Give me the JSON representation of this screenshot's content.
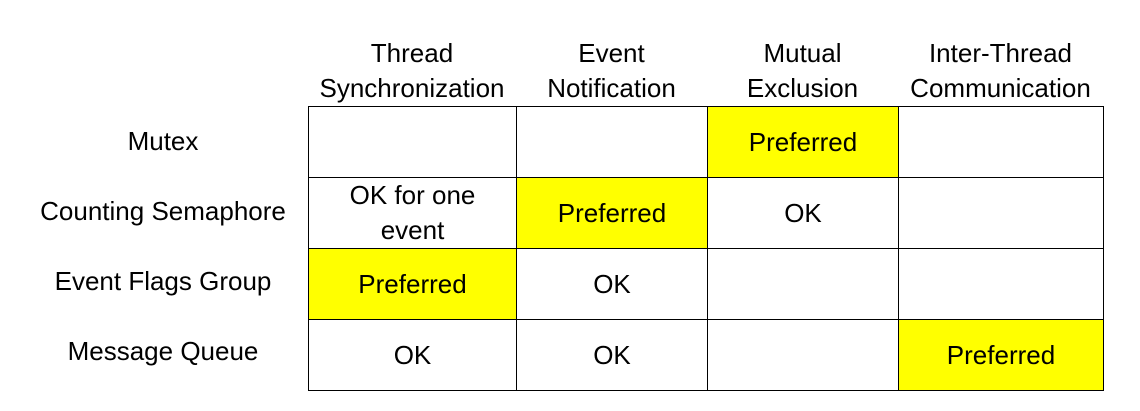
{
  "columns": [
    "Thread\nSynchronization",
    "Event\nNotification",
    "Mutual\nExclusion",
    "Inter-Thread\nCommunication"
  ],
  "rows": [
    {
      "label": "Mutex",
      "cells": [
        {
          "text": "",
          "preferred": false
        },
        {
          "text": "",
          "preferred": false
        },
        {
          "text": "Preferred",
          "preferred": true
        },
        {
          "text": "",
          "preferred": false
        }
      ]
    },
    {
      "label": "Counting Semaphore",
      "cells": [
        {
          "text": "OK for one\nevent",
          "preferred": false
        },
        {
          "text": "Preferred",
          "preferred": true
        },
        {
          "text": "OK",
          "preferred": false
        },
        {
          "text": "",
          "preferred": false
        }
      ]
    },
    {
      "label": "Event Flags Group",
      "cells": [
        {
          "text": "Preferred",
          "preferred": true
        },
        {
          "text": "OK",
          "preferred": false
        },
        {
          "text": "",
          "preferred": false
        },
        {
          "text": "",
          "preferred": false
        }
      ]
    },
    {
      "label": "Message Queue",
      "cells": [
        {
          "text": "OK",
          "preferred": false
        },
        {
          "text": "OK",
          "preferred": false
        },
        {
          "text": "",
          "preferred": false
        },
        {
          "text": "Preferred",
          "preferred": true
        }
      ]
    }
  ],
  "colors": {
    "preferred_fill": "#ffff00",
    "border": "#000000",
    "text": "#000000"
  }
}
